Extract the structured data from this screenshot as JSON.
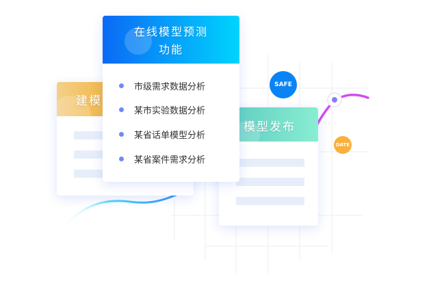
{
  "cards": {
    "modeling": {
      "title": "建模"
    },
    "online": {
      "title_line1": "在线模型预测",
      "title_line2": "功能",
      "items": [
        "市级需求数据分析",
        "某市实验数据分析",
        "某省话单模型分析",
        "某省案件需求分析"
      ]
    },
    "publish": {
      "title": "模型发布"
    }
  },
  "badges": {
    "safe": "SAFE",
    "date": "DATE"
  },
  "colors": {
    "blue": "#0a84f5",
    "orange": "#fbb03b",
    "purple": "#d34cf0",
    "dot": "#6f8af5"
  }
}
